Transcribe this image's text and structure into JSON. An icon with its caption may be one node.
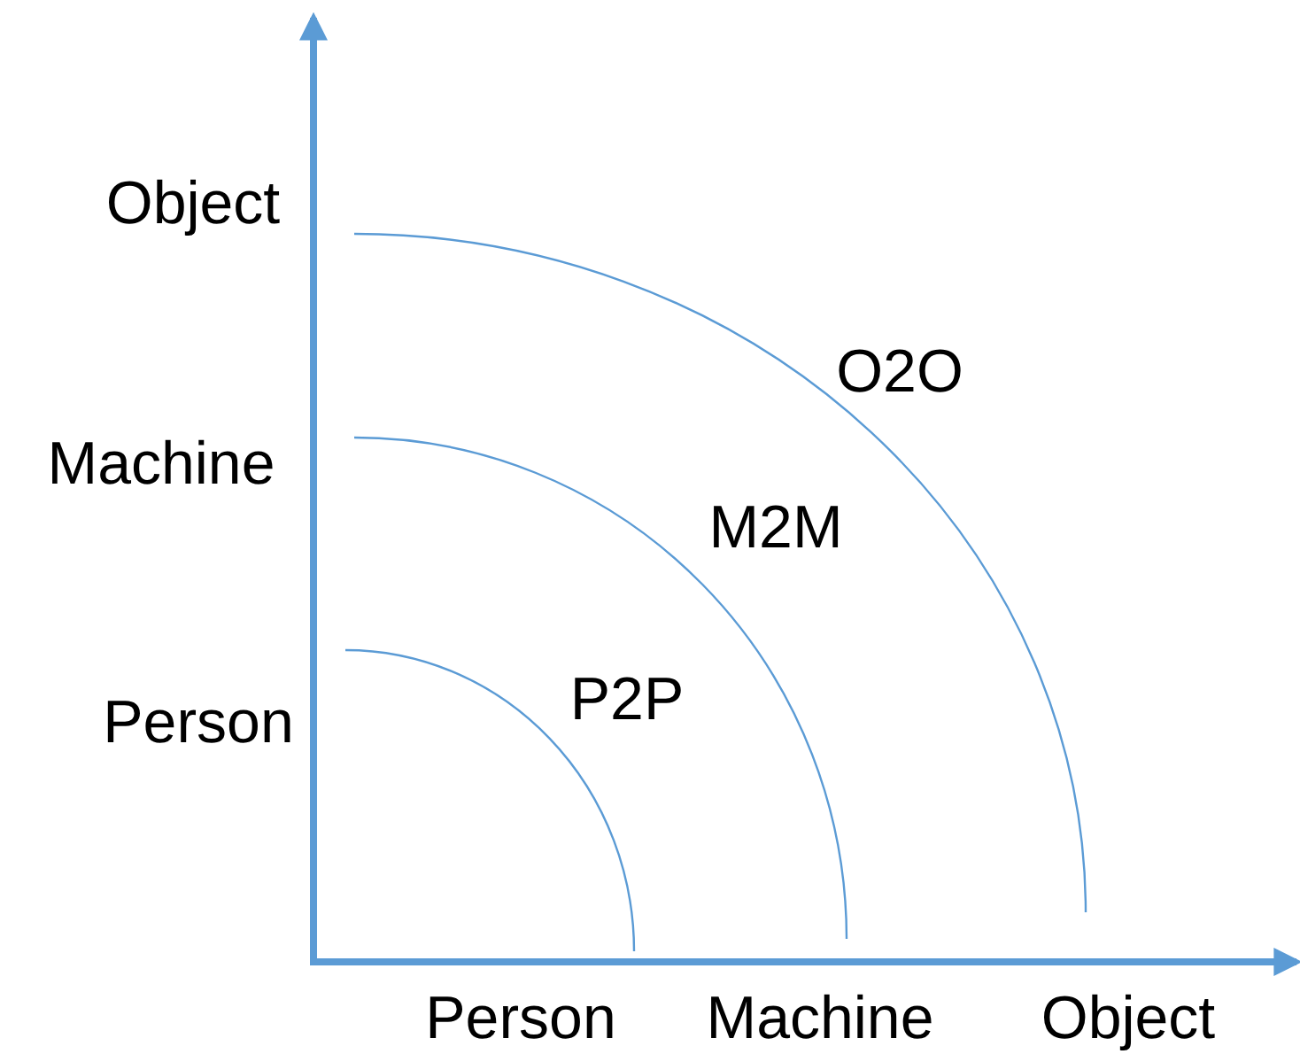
{
  "diagram": {
    "labels": [
      "Object",
      "O2O",
      "Machine",
      "M2M",
      "Person",
      "P2P",
      "Person",
      "Machine",
      "Object"
    ]
  }
}
